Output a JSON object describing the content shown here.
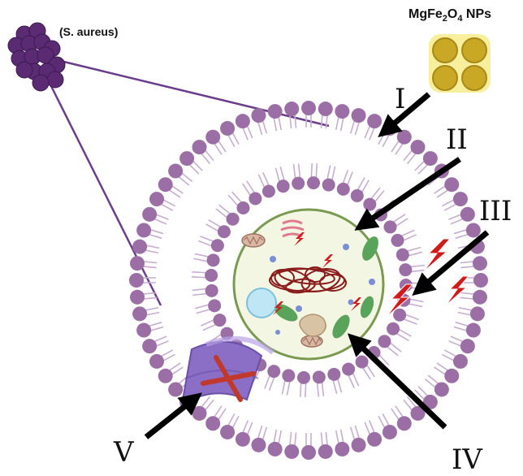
{
  "labels": {
    "bacterium": "(S. aureus)",
    "nanoparticles": {
      "prefix": "MgFe",
      "sub1": "2",
      "mid": "O",
      "sub2": "4",
      "suffix": " NPs"
    },
    "mechanisms": {
      "i": "I",
      "ii": "II",
      "iii": "III",
      "iv": "IV",
      "v": "V"
    }
  },
  "colors": {
    "membrane_head": "#9b6fa5",
    "membrane_tail": "#c7aed0",
    "cell_outline": "#7a9a50",
    "cytoplasm": "#f4f6e4",
    "dna": "#8a1c1c",
    "bacteria_cluster": "#5a2a72",
    "nanoparticle": "#c9a825",
    "nanoparticle_glow": "#f6ec8a",
    "arrow": "#000000",
    "ros_bolt": "#d11a1a",
    "efflux_pump": "#8b6fc7",
    "block_x": "#c0392b",
    "outline_line": "#6a3d8a"
  }
}
